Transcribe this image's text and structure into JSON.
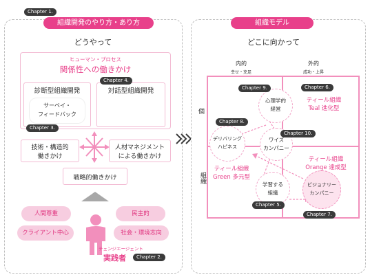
{
  "left": {
    "chapter_chip": "Chapter 1.",
    "header": "組織開発のやり方・あり方",
    "how_title": "どうやって",
    "human_process_label": "ヒューマン・プロセス",
    "relationship_label": "関係性への働きかけ",
    "diagnostic_label": "診断型組織開発",
    "survey_label_1": "サーベイ・",
    "survey_label_2": "フィードバック",
    "chapter3": "Chapter 3.",
    "dialogic_label": "対話型組織開発",
    "chapter4": "Chapter 4.",
    "tech_label_1": "技術・構造的",
    "tech_label_2": "働きかけ",
    "hr_label_1": "人材マネジメント",
    "hr_label_2": "による働きかけ",
    "strategy_label": "戦略的働きかけ",
    "values": [
      "人間尊重",
      "民主的",
      "クライアント中心",
      "社会・環境志向"
    ],
    "agent_small": "チェンジエージェント",
    "agent_label": "実践者",
    "chapter2": "Chapter 2."
  },
  "right": {
    "header": "組織モデル",
    "where_title": "どこに向かって",
    "inner_label": "内的",
    "inner_sub": "幸せ・充足",
    "outer_label": "外的",
    "outer_sub": "成功・上昇",
    "individual_label": "個",
    "organization_label": "組織",
    "chapter9": "Chapter 9.",
    "psych_1": "心理学的",
    "psych_2": "経営",
    "chapter6": "Chapter 6.",
    "teal_1": "ティール組織",
    "teal_2": "Teal 進化型",
    "chapter8": "Chapter 8.",
    "deliver_1": "デリバリング",
    "deliver_2": "ハピネス",
    "wise_1": "ワイズ",
    "wise_2": "カンパニー",
    "chapter10": "Chapter 10.",
    "green_1": "ティール組織",
    "green_2": "Green 多元型",
    "orange_1": "ティール組織",
    "orange_2": "Orange 達成型",
    "learning_1": "学習する",
    "learning_2": "組織",
    "visionary_1": "ビジョナリー",
    "visionary_2": "カンパニー",
    "chapter5": "Chapter 5.",
    "chapter7": "Chapter 7."
  },
  "colors": {
    "accent": "#e8408a",
    "pink_light": "#f7cde0",
    "chip": "#3a3a3a"
  }
}
